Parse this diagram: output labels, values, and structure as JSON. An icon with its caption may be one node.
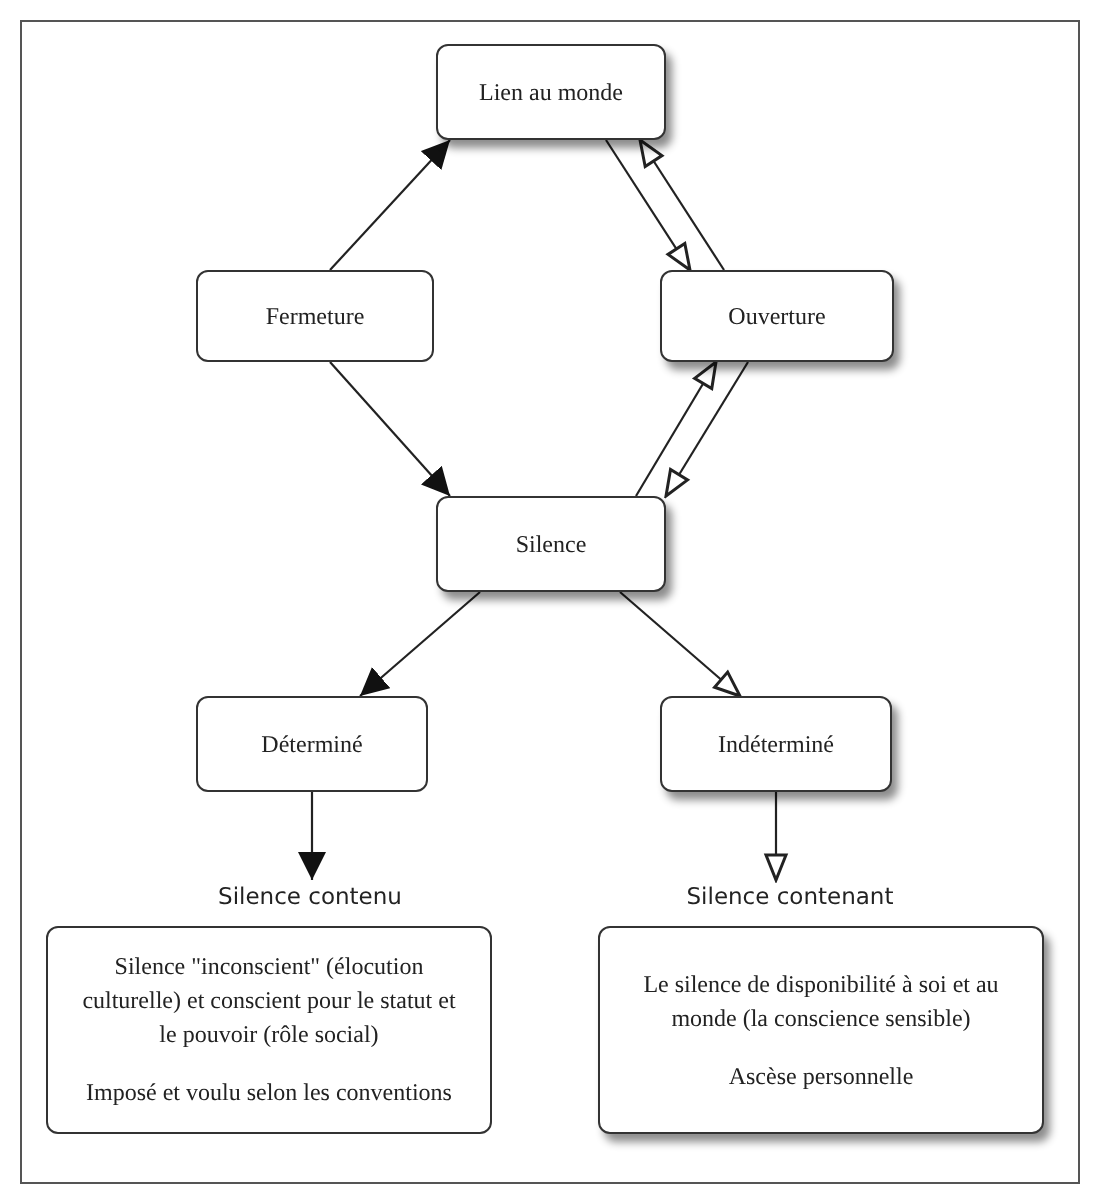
{
  "diagram": {
    "nodes": [
      {
        "text": [
          "Lien au monde"
        ]
      },
      {
        "text": [
          "Fermeture"
        ]
      },
      {
        "text": [
          "Ouverture"
        ]
      },
      {
        "text": [
          "Silence"
        ]
      },
      {
        "text": [
          "Déterminé"
        ]
      },
      {
        "text": [
          "Indéterminé"
        ]
      },
      {
        "text": [
          "Silence contenu"
        ]
      },
      {
        "text": [
          "Silence contenant"
        ]
      },
      {
        "text": [
          "Silence \"inconscient\" (élocution culturelle) et conscient pour le statut et le pouvoir (rôle social)",
          "Imposé et voulu selon les conventions"
        ]
      },
      {
        "text": [
          "Le silence de disponibilité à soi et au monde (la conscience sensible)",
          "Ascèse personnelle"
        ]
      }
    ],
    "edges": [
      {
        "from": 1,
        "to": 0,
        "arrow": "to"
      },
      {
        "from": 0,
        "to": 2,
        "arrow": "to"
      },
      {
        "from": 2,
        "to": 0,
        "arrow": "to"
      },
      {
        "from": 1,
        "to": 3,
        "arrow": "to"
      },
      {
        "from": 3,
        "to": 2,
        "arrow": "to"
      },
      {
        "from": 2,
        "to": 3,
        "arrow": "to"
      },
      {
        "from": 3,
        "to": 4,
        "arrow": "to"
      },
      {
        "from": 3,
        "to": 5,
        "arrow": "to"
      },
      {
        "from": 4,
        "to": 6,
        "arrow": "to"
      },
      {
        "from": 5,
        "to": 7,
        "arrow": "to"
      }
    ]
  }
}
